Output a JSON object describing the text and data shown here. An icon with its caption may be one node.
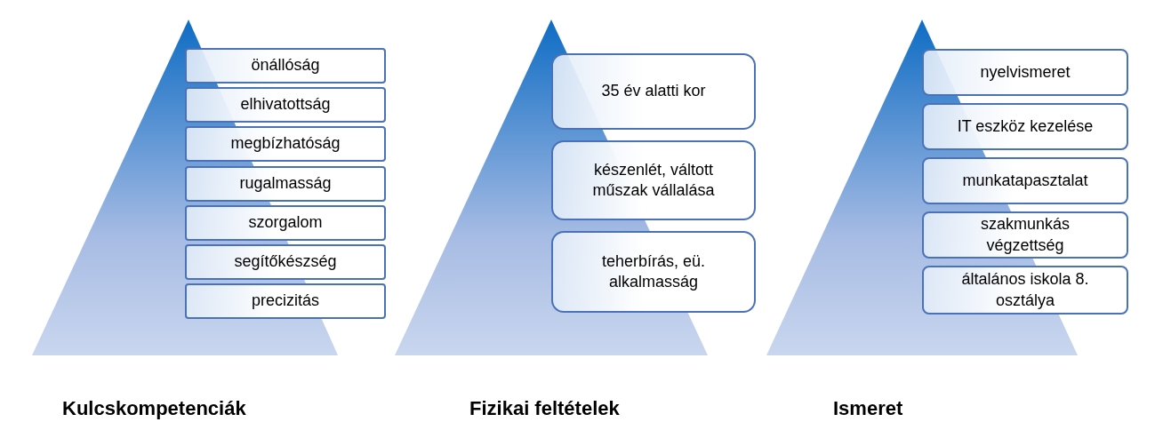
{
  "diagram": {
    "nodes": [
      {
        "text": [
          "Kulcskompetenciák"
        ]
      },
      {
        "text": [
          "önállóság"
        ]
      },
      {
        "text": [
          "elhivatottság"
        ]
      },
      {
        "text": [
          "megbízhatóság"
        ]
      },
      {
        "text": [
          "rugalmasság"
        ]
      },
      {
        "text": [
          "szorgalom"
        ]
      },
      {
        "text": [
          "segítőkészség"
        ]
      },
      {
        "text": [
          "precizitás"
        ]
      },
      {
        "text": [
          "Fizikai feltételek"
        ]
      },
      {
        "text": [
          "35 év alatti kor"
        ]
      },
      {
        "text": [
          "készenlét, váltott műszak vállalása"
        ]
      },
      {
        "text": [
          "teherbírás, eü. alkalmasság"
        ]
      },
      {
        "text": [
          "Ismeret"
        ]
      },
      {
        "text": [
          "nyelvismeret"
        ]
      },
      {
        "text": [
          "IT eszköz kezelése"
        ]
      },
      {
        "text": [
          "munkatapasztalat"
        ]
      },
      {
        "text": [
          "szakmunkás végzettség"
        ]
      },
      {
        "text": [
          "általános iskola 8. osztálya"
        ]
      }
    ]
  }
}
